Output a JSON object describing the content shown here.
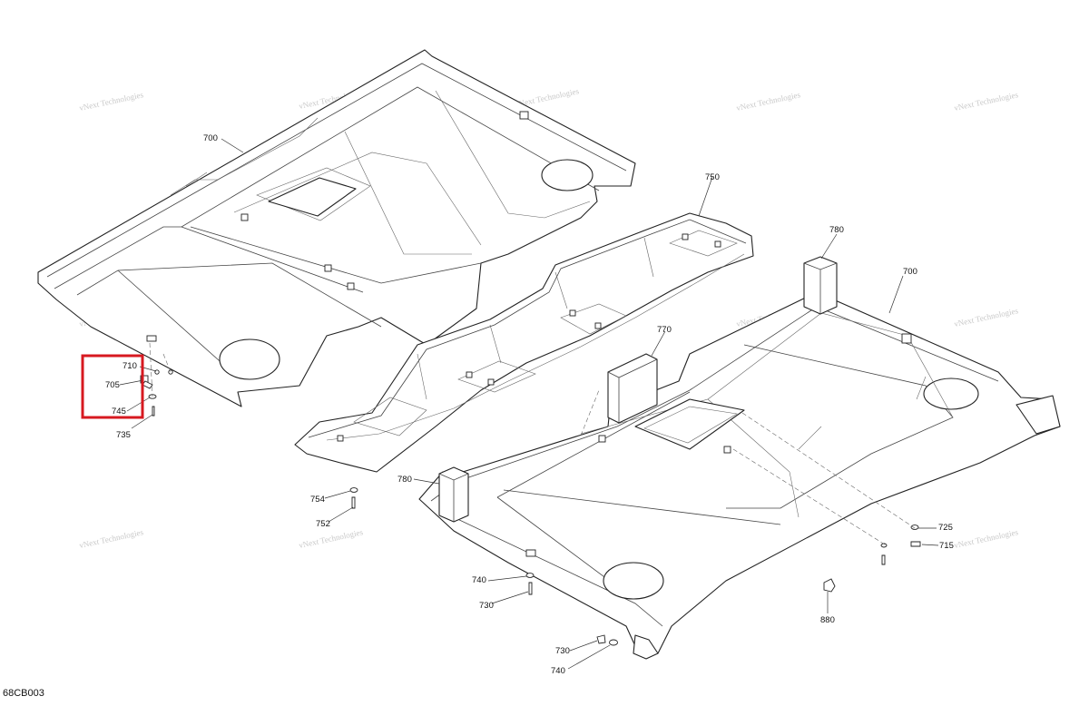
{
  "diagram": {
    "drawing_code": "68CB003",
    "watermark": "vNext Technologies",
    "highlight_color": "#d71920",
    "callouts": {
      "c700a": "700",
      "c700b": "700",
      "c750": "750",
      "c780a": "780",
      "c780b": "780",
      "c770": "770",
      "c710": "710",
      "c705": "705",
      "c745": "745",
      "c735": "735",
      "c754": "754",
      "c752": "752",
      "c740a": "740",
      "c730a": "730",
      "c730b": "730",
      "c740b": "740",
      "c725": "725",
      "c715": "715",
      "c880": "880"
    }
  }
}
